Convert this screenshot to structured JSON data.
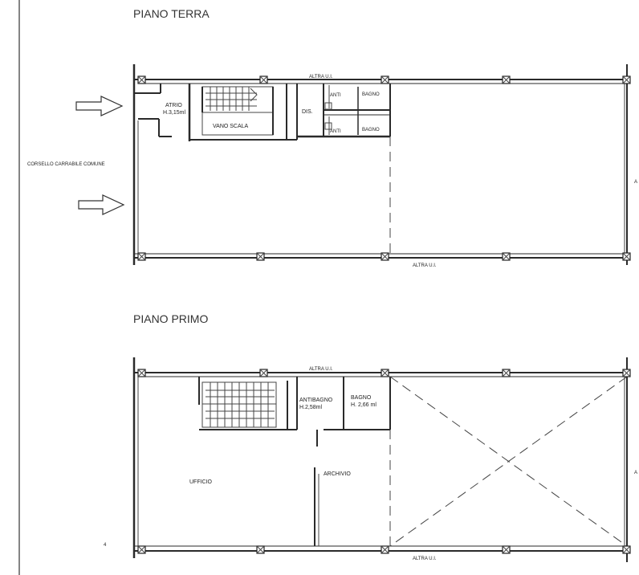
{
  "floors": {
    "ground": {
      "title": "PIANO TERRA",
      "atrio": "ATRIO",
      "atrio_h": "H.3,15ml",
      "vano_scala": "VANO SCALA",
      "dis": "DIS.",
      "anti_top": "ANTI",
      "bagno_top": "BAGNO",
      "anti_bottom": "ANTI",
      "bagno_bottom": "BAGNO",
      "altra_top": "ALTRA U.I.",
      "altra_bottom": "ALTRA U.I.",
      "corsello": "CORSELLO CARRABILE COMUNE",
      "edge_letter": "A"
    },
    "first": {
      "title": "PIANO PRIMO",
      "antibagno": "ANTIBAGNO",
      "antibagno_h": "H.2,58ml",
      "bagno": "BAGNO",
      "bagno_h": "H. 2,66 ml",
      "ufficio": "UFFICIO",
      "archivio": "ARCHIVIO",
      "altra_top": "ALTRA U.I.",
      "altra_bottom": "ALTRA U.I.",
      "edge_letter": "A",
      "mark": "4"
    }
  },
  "colors": {
    "line": "#2a2a2a",
    "background": "#ffffff"
  }
}
